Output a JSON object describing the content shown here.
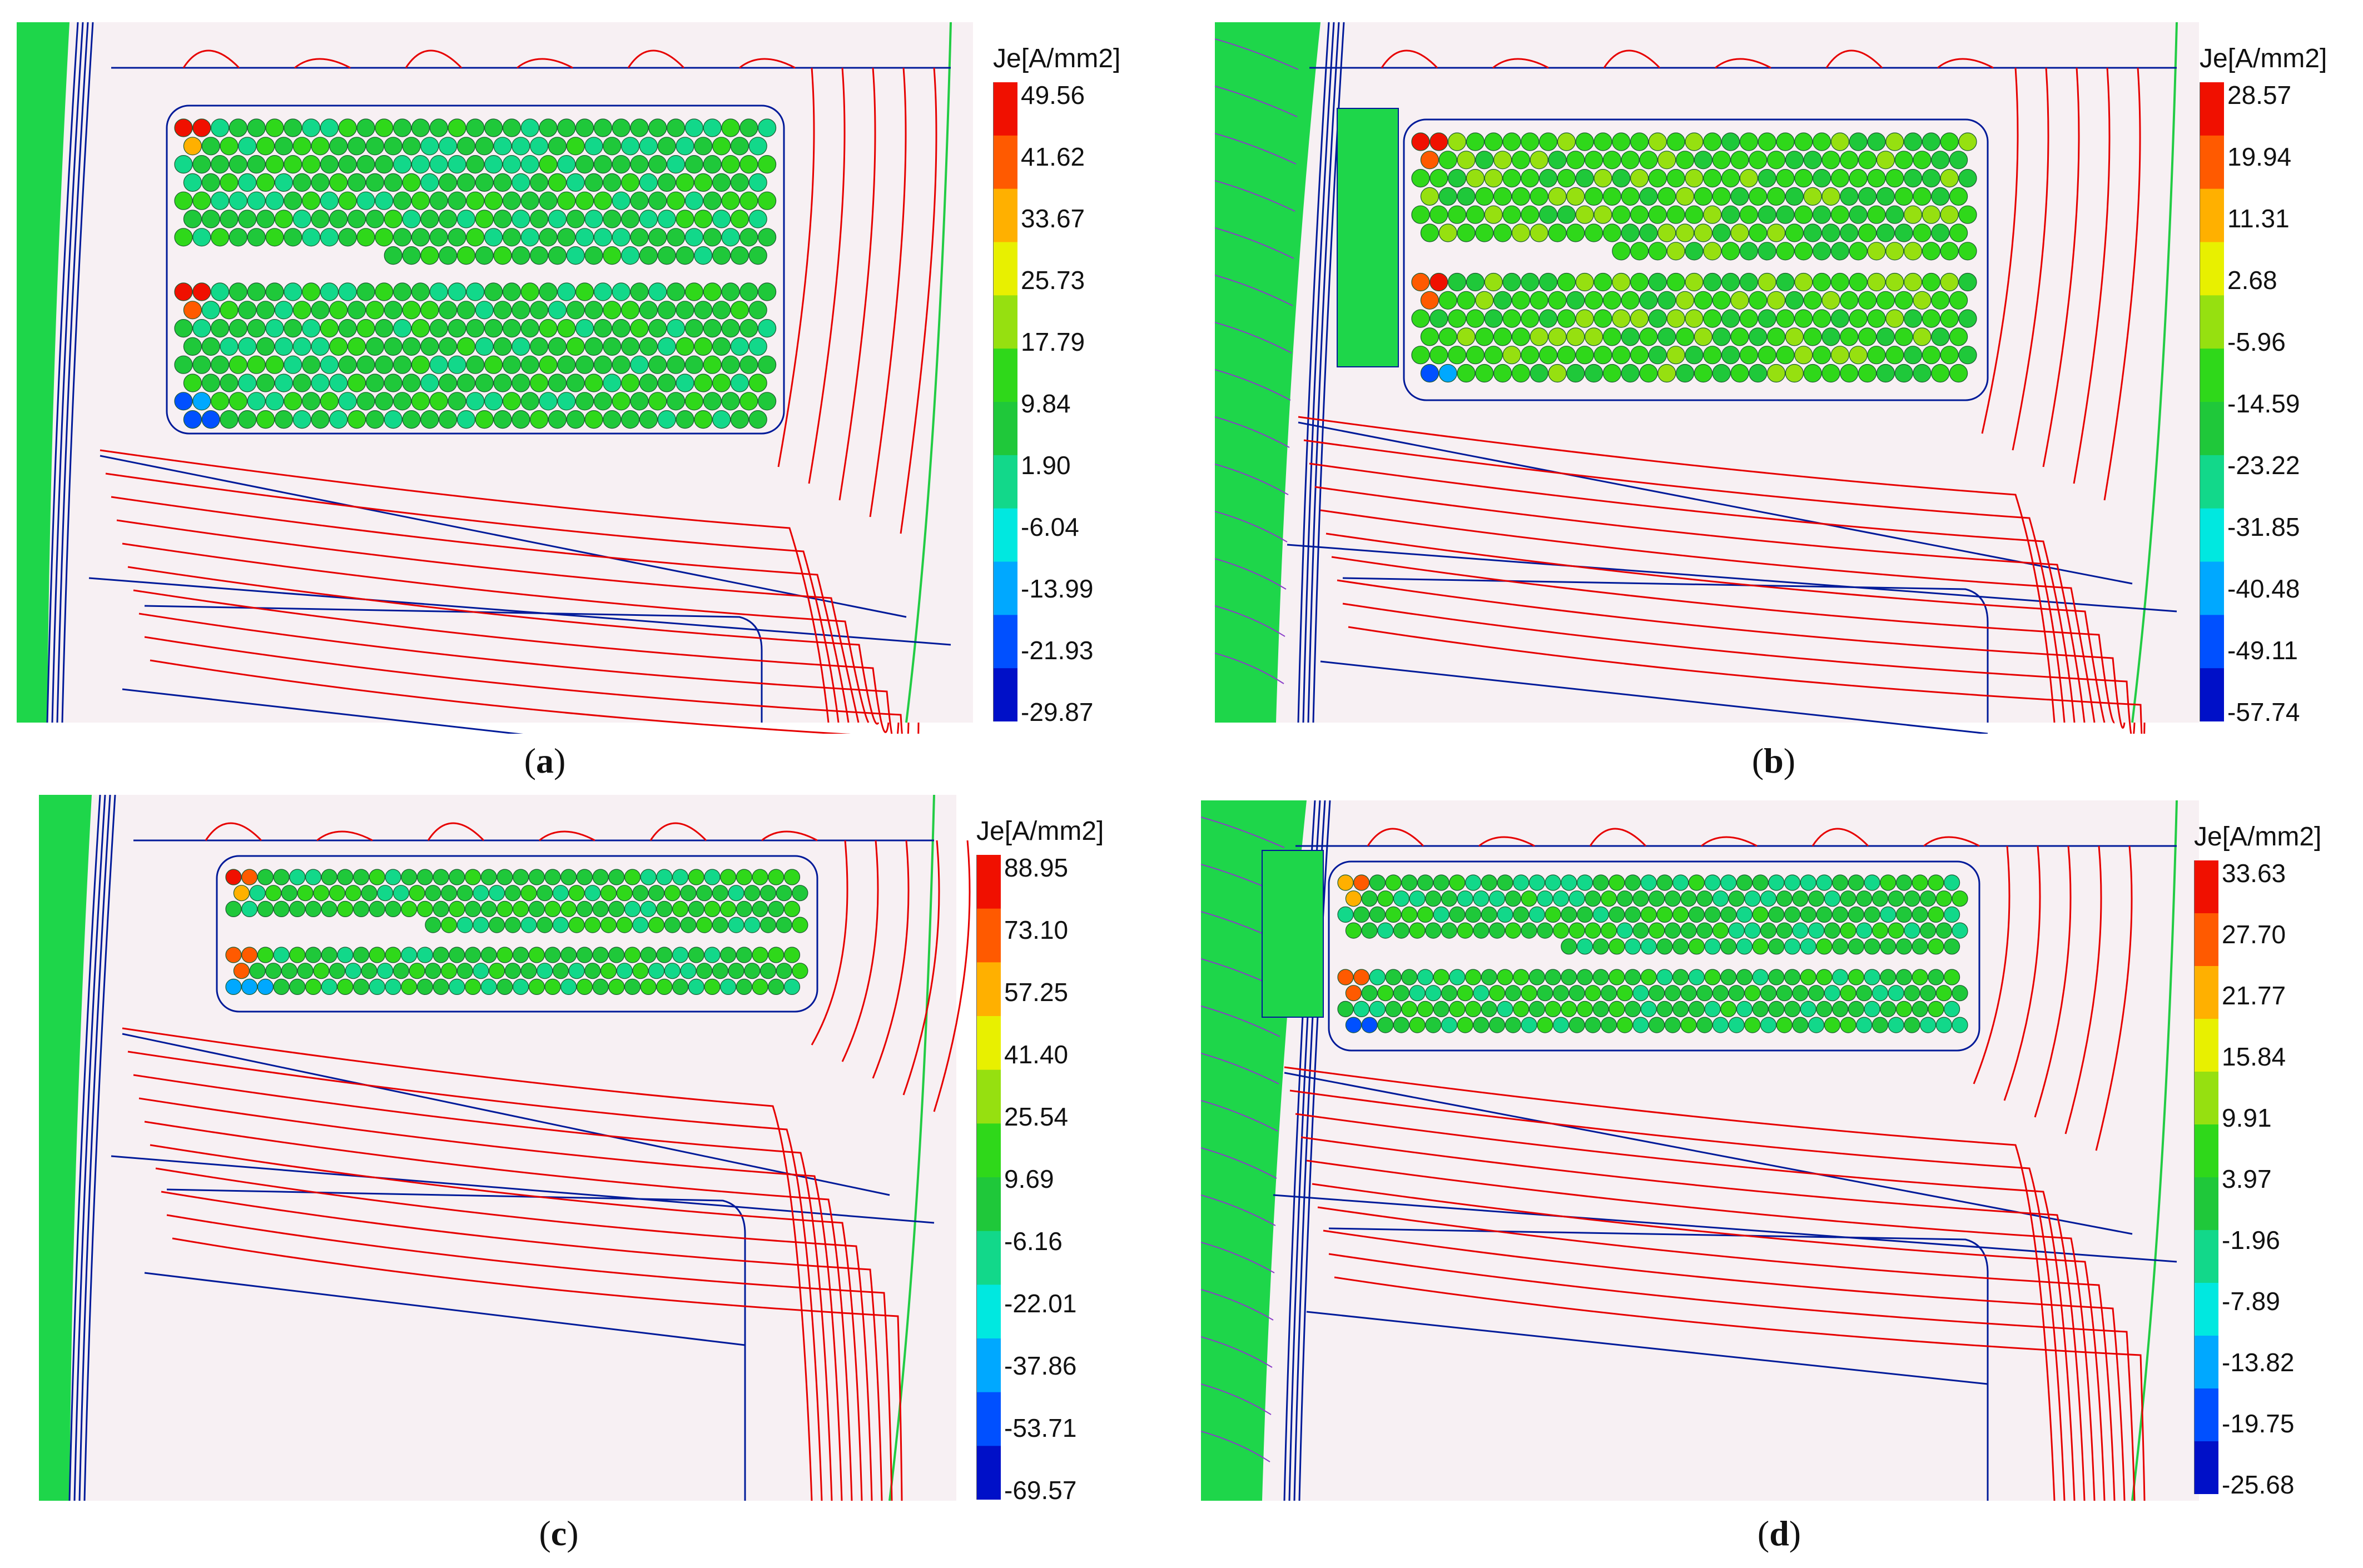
{
  "colors": {
    "background": "#f7f0f3",
    "contour": "#e60000",
    "mesh": "#001a99",
    "stator_fill": "#1ed64a",
    "boundary": "#22cc44"
  },
  "colorscale": [
    "#0010c8",
    "#0050ff",
    "#00a8ff",
    "#00e8e0",
    "#12d88a",
    "#1fc83a",
    "#2fd81a",
    "#96e010",
    "#e8f000",
    "#ffb000",
    "#ff5a00",
    "#f01000"
  ],
  "panels": [
    {
      "id": "a",
      "caption_open": "(",
      "caption_letter": "a",
      "caption_close": ")",
      "legend_title": "Je[A/mm2]",
      "ticks": [
        "49.56",
        "41.62",
        "33.67",
        "25.73",
        "17.79",
        "9.84",
        "1.90",
        "-6.04",
        "-13.99",
        "-21.93",
        "-29.87"
      ],
      "conductor_level": 5
    },
    {
      "id": "b",
      "caption_open": "(",
      "caption_letter": "b",
      "caption_close": ")",
      "legend_title": "Je[A/mm2]",
      "ticks": [
        "28.57",
        "19.94",
        "11.31",
        "2.68",
        "-5.96",
        "-14.59",
        "-23.22",
        "-31.85",
        "-40.48",
        "-49.11",
        "-57.74"
      ],
      "conductor_level": 6
    },
    {
      "id": "c",
      "caption_open": "(",
      "caption_letter": "c",
      "caption_close": ")",
      "legend_title": "Je[A/mm2]",
      "ticks": [
        "88.95",
        "73.10",
        "57.25",
        "41.40",
        "25.54",
        "9.69",
        "-6.16",
        "-22.01",
        "-37.86",
        "-53.71",
        "-69.57"
      ],
      "conductor_level": 5
    },
    {
      "id": "d",
      "caption_open": "(",
      "caption_letter": "d",
      "caption_close": ")",
      "legend_title": "Je[A/mm2]",
      "ticks": [
        "33.63",
        "27.70",
        "21.77",
        "15.84",
        "9.91",
        "3.97",
        "-1.96",
        "-7.89",
        "-13.82",
        "-19.75",
        "-25.68"
      ],
      "conductor_level": 5
    }
  ]
}
